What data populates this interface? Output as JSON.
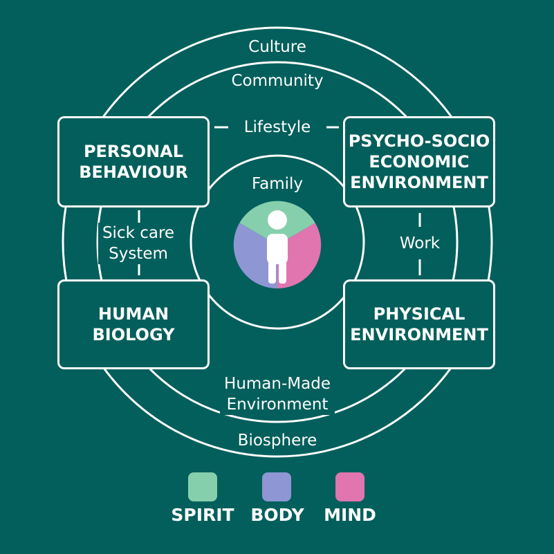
{
  "rings": {
    "culture": "Culture",
    "community": "Community",
    "lifestyle": "Lifestyle",
    "family": "Family",
    "sick_care": "Sick care\nSystem",
    "work": "Work",
    "human_made": "Human-Made\nEnvironment",
    "biosphere": "Biosphere"
  },
  "boxes": {
    "personal": "PERSONAL\nBEHAVIOUR",
    "psycho": "PSYCHO-SOCIO\nECONOMIC\nENVIRONMENT",
    "biology": "HUMAN\nBIOLOGY",
    "physical": "PHYSICAL\nENVIRONMENT"
  },
  "legend": [
    {
      "label": "SPIRIT",
      "color": "#86cfac"
    },
    {
      "label": "BODY",
      "color": "#8e96d3"
    },
    {
      "label": "MIND",
      "color": "#e075b0"
    }
  ],
  "colors": {
    "background": "#035f5b",
    "line": "#ffffff"
  }
}
